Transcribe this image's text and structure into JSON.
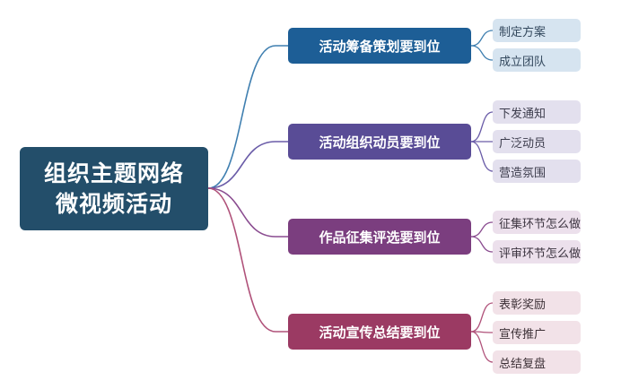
{
  "root": {
    "line1": "组织主题网络",
    "line2": "微视频活动",
    "color": "#234e6a"
  },
  "branches": [
    {
      "label": "活动筹备策划要到位",
      "color": "#1d5e96",
      "edge_color": "#3f7fb0",
      "leaves": [
        "制定方案",
        "成立团队"
      ]
    },
    {
      "label": "活动组织动员要到位",
      "color": "#594c96",
      "edge_color": "#6a5ca8",
      "leaves": [
        "下发通知",
        "广泛动员",
        "营造氛围"
      ]
    },
    {
      "label": "作品征集评选要到位",
      "color": "#7b3e7f",
      "edge_color": "#8a4c90",
      "leaves": [
        "征集环节怎么做",
        "评审环节怎么做"
      ]
    },
    {
      "label": "活动宣传总结要到位",
      "color": "#9b3a63",
      "edge_color": "#b0527a",
      "leaves": [
        "表彰奖励",
        "宣传推广",
        "总结复盘"
      ]
    }
  ]
}
